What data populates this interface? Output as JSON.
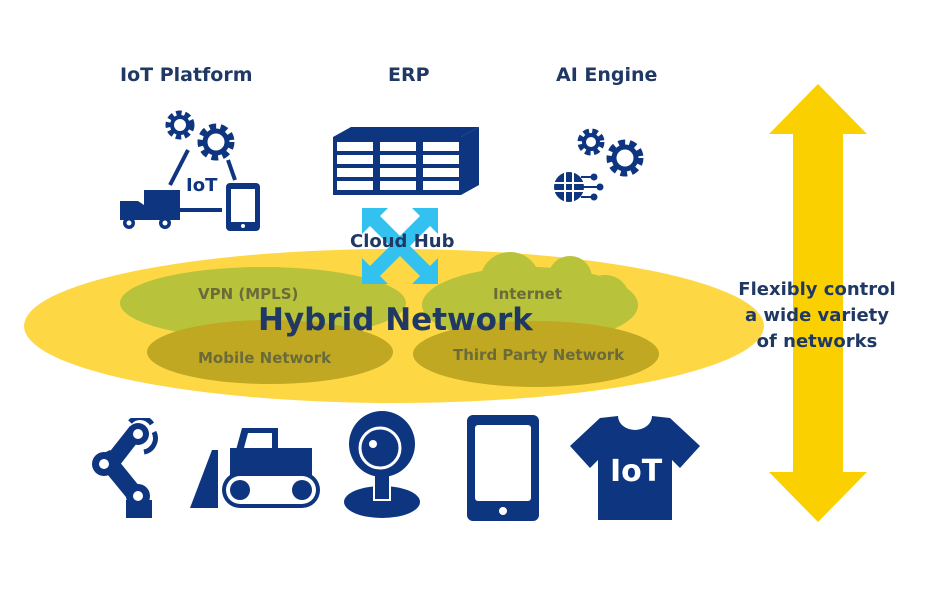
{
  "colors": {
    "navy": "#0e3580",
    "text_navy": "#1f3864",
    "yellow_ellipse": "#fdd844",
    "arrow_yellow": "#fbd000",
    "vpn_internet_green": "#b8c23a",
    "mobile_third_olive": "#c0a823",
    "cloud_hub_blue": "#33c2f0",
    "inner_label_gray": "#6b6b3a"
  },
  "top_systems": [
    {
      "label": "IoT Platform",
      "icon": "iot-platform-icon",
      "icon_text": "IoT"
    },
    {
      "label": "ERP",
      "icon": "server-rack-icon"
    },
    {
      "label": "AI Engine",
      "icon": "ai-gears-globe-icon"
    }
  ],
  "cloud_hub": {
    "label": "Cloud Hub",
    "icon": "expand-arrows-icon"
  },
  "hybrid_network": {
    "label": "Hybrid Network",
    "networks": [
      {
        "label": "VPN (MPLS)"
      },
      {
        "label": "Internet"
      },
      {
        "label": "Mobile Network"
      },
      {
        "label": "Third Party Network"
      }
    ]
  },
  "devices": [
    {
      "name": "robot-arm-icon"
    },
    {
      "name": "bulldozer-icon"
    },
    {
      "name": "webcam-icon"
    },
    {
      "name": "tablet-icon"
    },
    {
      "name": "iot-tshirt-icon",
      "text": "IoT"
    }
  ],
  "side_note": {
    "lines": [
      "Flexibly control",
      "a wide variety",
      "of networks"
    ],
    "icon": "double-arrow-vertical-icon"
  }
}
